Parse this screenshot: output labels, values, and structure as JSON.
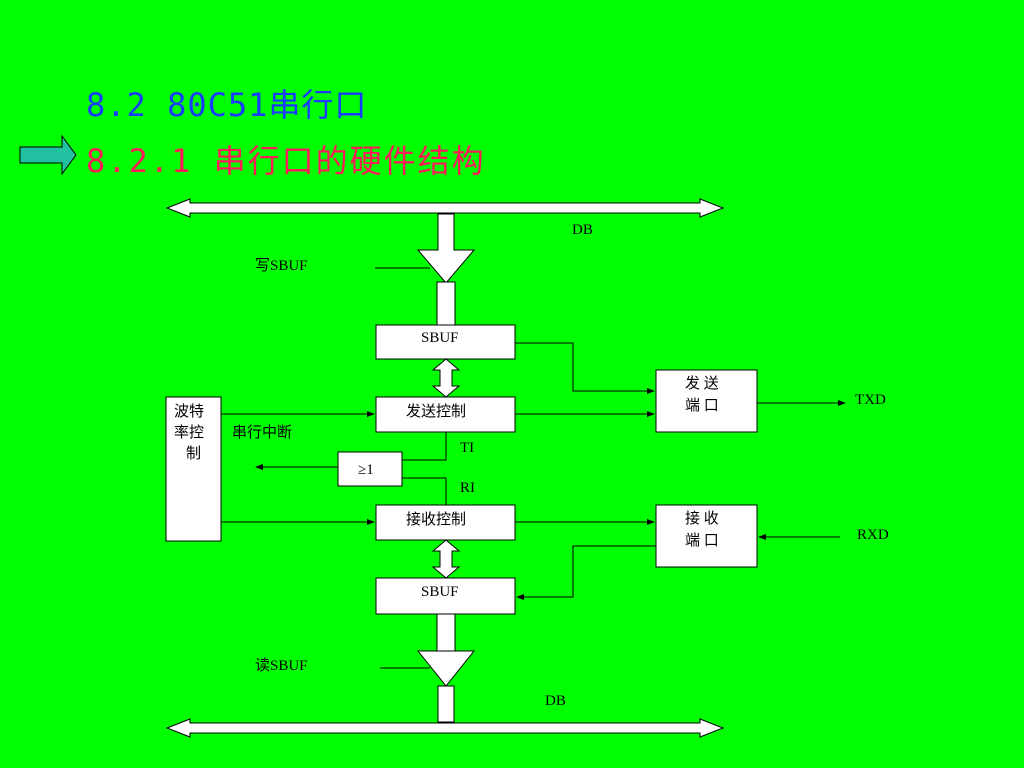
{
  "slide": {
    "title_section": "8.2 80C51串行口",
    "title_subsection": "8.2.1 串行口的硬件结构",
    "arrow_color": "#20c0a0"
  },
  "diagram": {
    "db_top": "DB",
    "db_bottom": "DB",
    "write_sbuf": "写SBUF",
    "read_sbuf": "读SBUF",
    "sbuf_top": "SBUF",
    "sbuf_bottom": "SBUF",
    "send_control": "发送控制",
    "receive_control": "接收控制",
    "baud_line1": "波特",
    "baud_line2": "率控",
    "baud_line3": "制",
    "serial_interrupt": "串行中断",
    "or_gate": "≥1",
    "ti": "TI",
    "ri": "RI",
    "send_port_line1": "发 送",
    "send_port_line2": "端 口",
    "recv_port_line1": "接 收",
    "recv_port_line2": "端 口",
    "txd": "TXD",
    "rxd": "RXD"
  }
}
